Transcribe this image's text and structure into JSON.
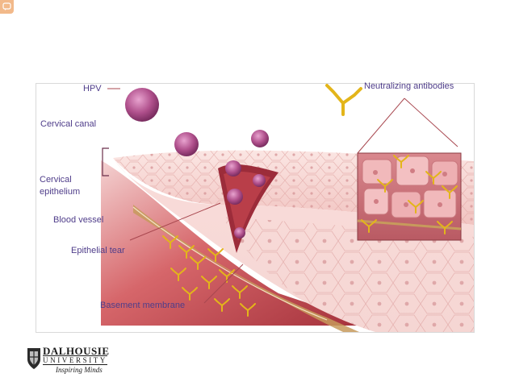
{
  "labels": {
    "hpv": "HPV",
    "cervical_canal": "Cervical canal",
    "cervical_epithelium_line1": "Cervical",
    "cervical_epithelium_line2": "epithelium",
    "blood_vessel": "Blood vessel",
    "epithelial_tear": "Epithelial tear",
    "basement_membrane": "Basement membrane",
    "neutralizing_antibodies": "Neutralizing antibodies"
  },
  "logo": {
    "name": "DALHOUSIE",
    "university": "UNIVERSITY",
    "tagline": "Inspiring Minds"
  },
  "colors": {
    "label_text": "#4f3d8a",
    "leader_line": "#a8474f",
    "virus": "#b0508c",
    "antibody": "#e3b51a",
    "epithelium": "#f3c9c6",
    "blood": "#c9464e"
  },
  "icons": {
    "corner": "chat-bubble-icon",
    "logo_crest": "crest-icon"
  }
}
